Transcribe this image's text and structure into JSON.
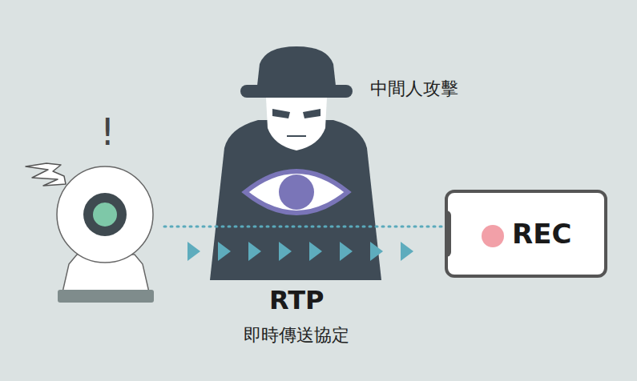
{
  "diagram": {
    "nodes": [
      {
        "text": [
          "REC"
        ]
      }
    ],
    "labels": [
      "!",
      "中間人攻擊",
      "RTP",
      "即時傳送協定"
    ]
  }
}
